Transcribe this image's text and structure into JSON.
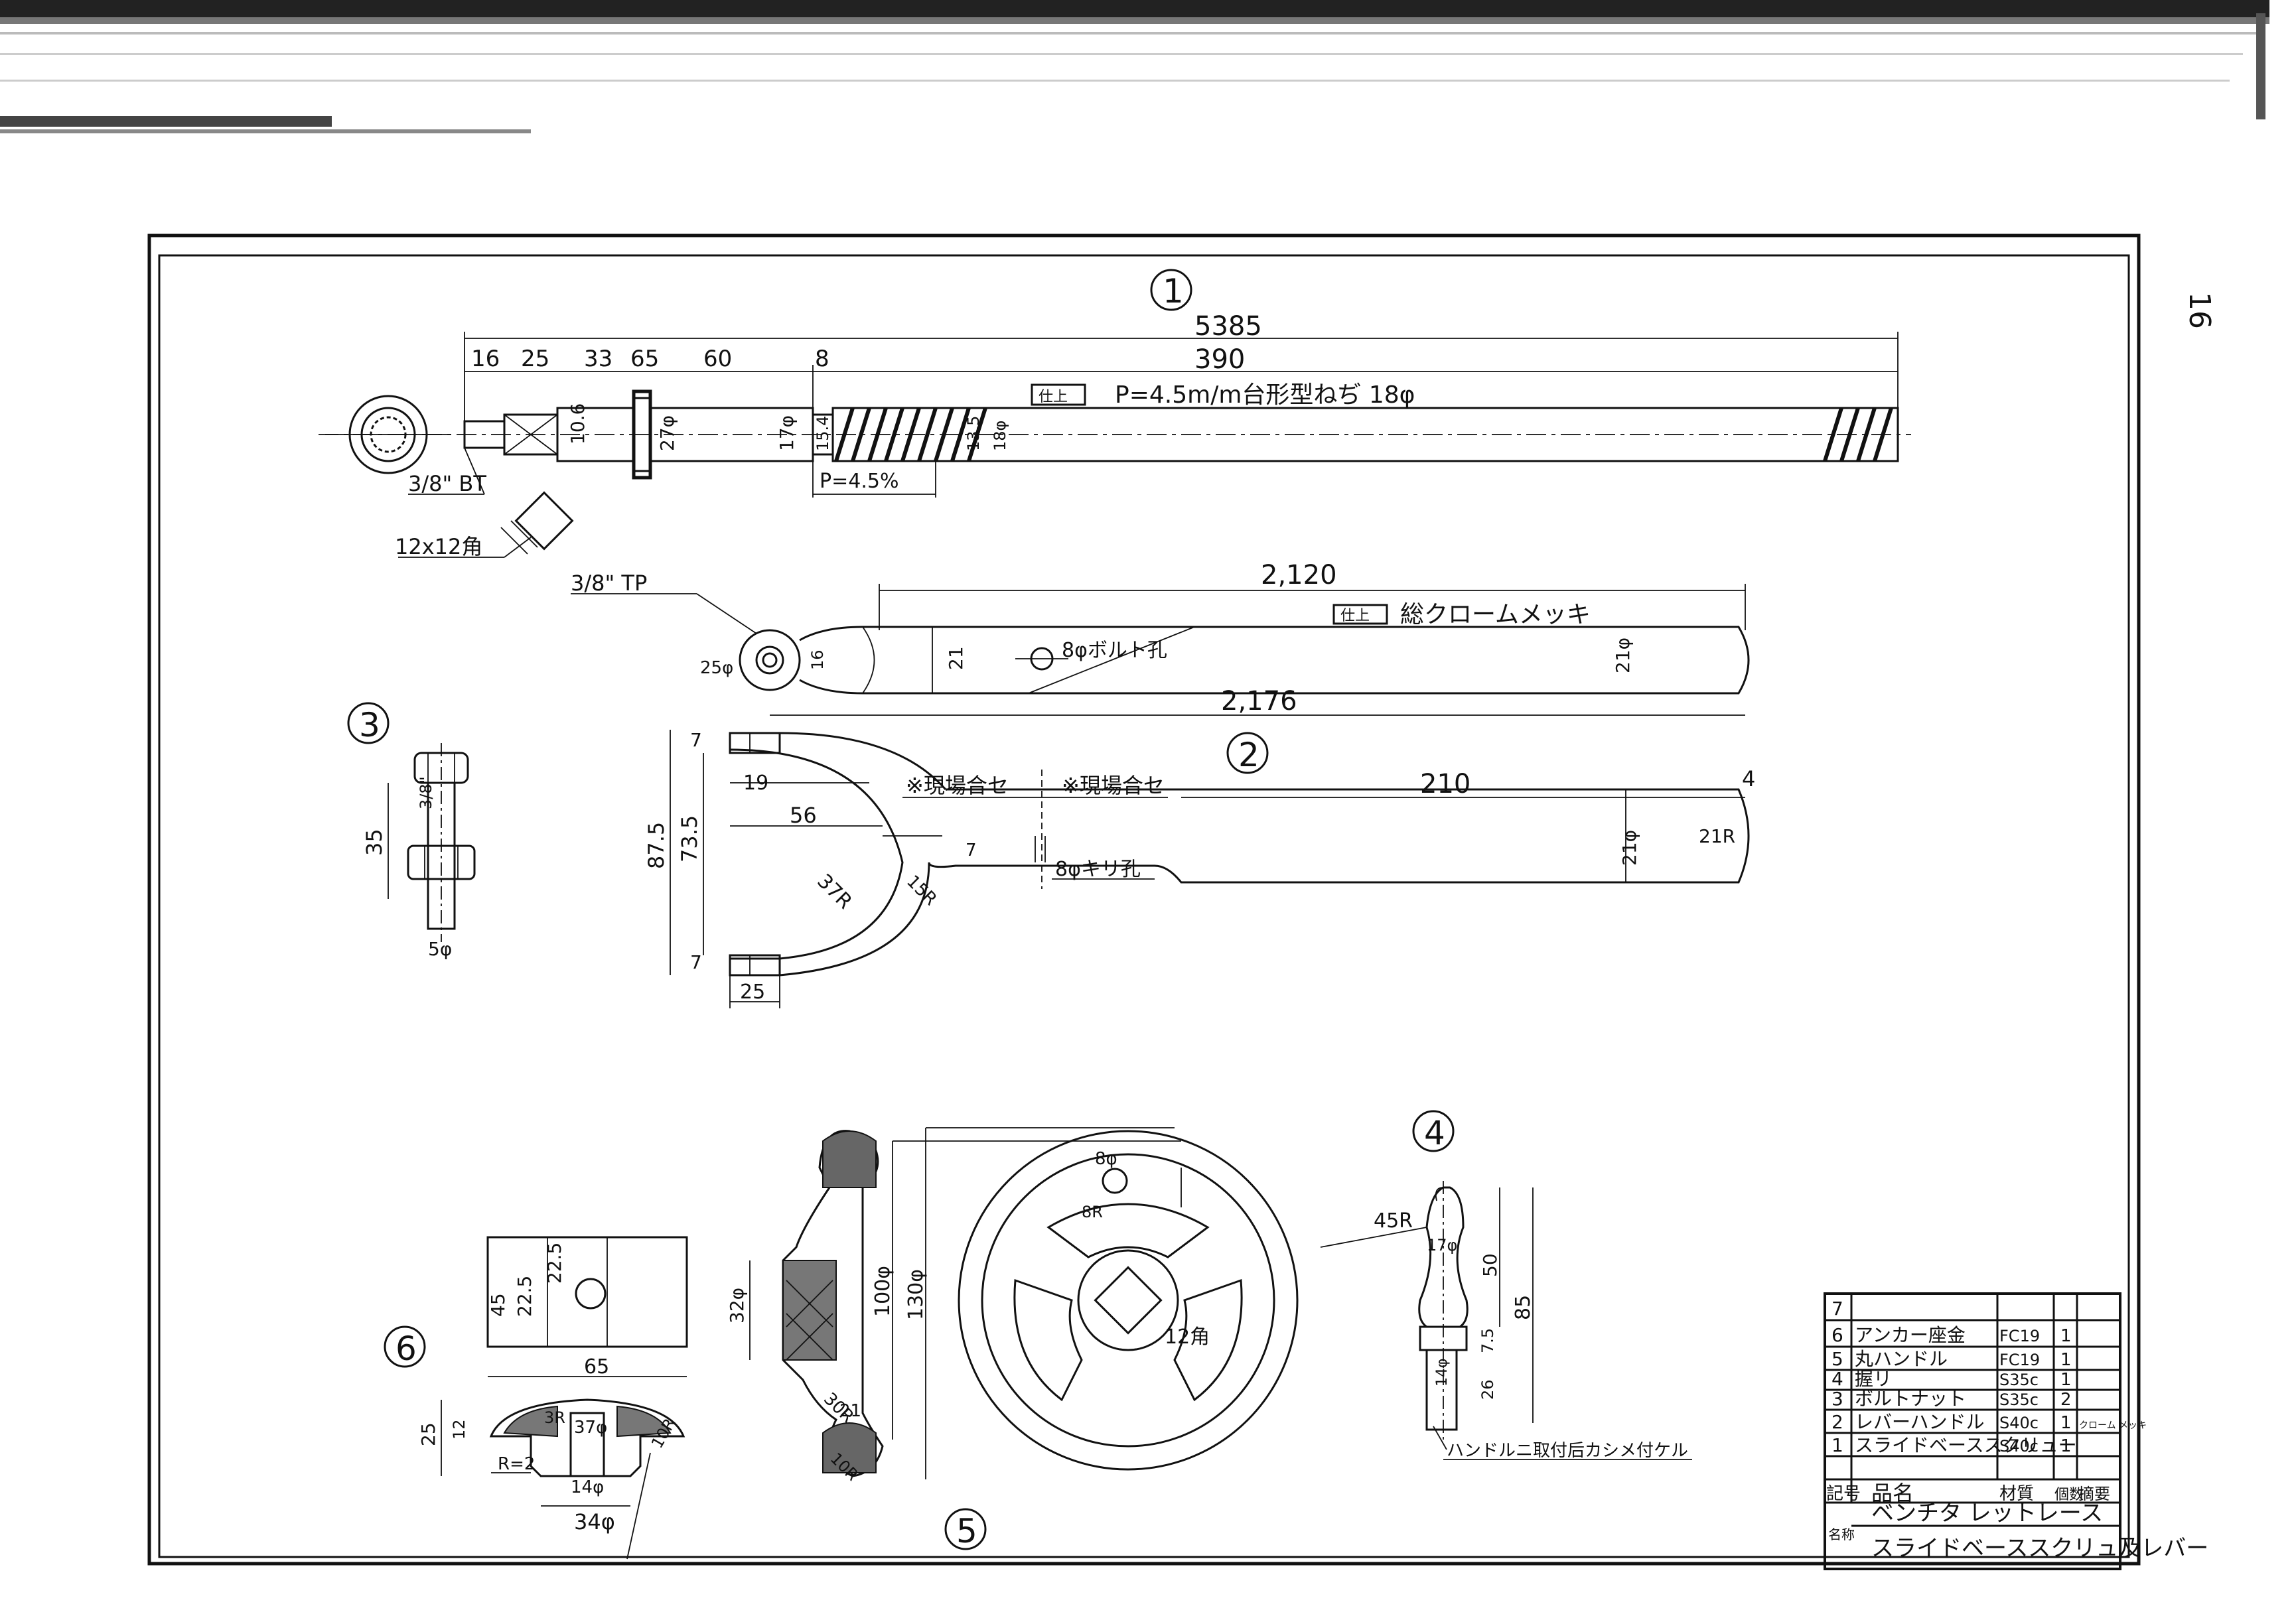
{
  "page_number": "16",
  "parts": {
    "p1": {
      "label": "1",
      "dim_overall": "5385",
      "dim_thread": "390",
      "seg": [
        "16",
        "25",
        "33",
        "65",
        "60",
        "8"
      ],
      "finish_box": "仕上",
      "spec": "P=4.5m/m台形型ねぢ 18φ",
      "dia_106": "10.6",
      "dia_27": "27φ",
      "dia_17": "17φ",
      "dia_154": "15.4",
      "dia_135": "13.5",
      "dia_18": "18φ",
      "pitch": "P=4.5%",
      "thread_bt": "3/8\" BT",
      "square": "12x12角"
    },
    "p2": {
      "label": "2",
      "tp": "3/8\" TP",
      "dim_2120": "2,120",
      "finish_box": "仕上",
      "plating": "総クロームメッキ",
      "bolt_hole": "8φボルト孔",
      "dim_21": "21",
      "dim_25": "25φ",
      "dim_16": "16",
      "dim_21phi": "21φ",
      "dim_2176": "2,176",
      "dim_7a": "7",
      "dim_19": "19",
      "field_fit_1": "※現場合セ",
      "field_fit_2": "※現場合セ",
      "dim_210": "210",
      "dim_4": "4",
      "dim_56": "56",
      "dim_875": "87.5",
      "dim_735": "73.5",
      "dim_37r": "37R",
      "dim_15r": "15R",
      "dim_7b": "7",
      "drill": "8φキリ孔",
      "dim_21phi_b": "21φ",
      "dim_21r": "21R",
      "dim_7c": "7",
      "dim_25b": "25"
    },
    "p3": {
      "label": "3",
      "dim_35": "35",
      "dim_3": "3/8\"",
      "dim_5": "5φ"
    },
    "p4": {
      "label": "4",
      "dim_45r": "45R",
      "dim_17": "17φ",
      "dim_50": "50",
      "dim_85": "85",
      "dim_75": "7.5",
      "dim_26": "26",
      "dim_14": "14φ",
      "note": "ハンドルニ取付后カシメ付ケル"
    },
    "p5": {
      "label": "5",
      "dim_100": "100φ",
      "dim_130": "130φ",
      "dim_32": "32φ",
      "dim_8": "8φ",
      "dim_8r": "8R",
      "dim_12": "12角",
      "dim_30r": "30R",
      "dim_10r": "10R",
      "dim_21": "21"
    },
    "p6": {
      "label": "6",
      "dim_45": "45",
      "dim_225a": "22.5",
      "dim_225b": "22.5",
      "dim_65": "65",
      "dim_25": "25",
      "dim_12": "12",
      "dim_3r": "3R",
      "dim_37": "37φ",
      "dim_r2": "R=2",
      "dim_14": "14φ",
      "dim_34": "34φ",
      "dim_10r": "10R"
    }
  },
  "title_block": {
    "rows": [
      {
        "no": "7",
        "name": "",
        "material": "",
        "qty": "",
        "note": ""
      },
      {
        "no": "6",
        "name": "アンカー座金",
        "material": "FC19",
        "qty": "1",
        "note": ""
      },
      {
        "no": "5",
        "name": "丸ハンドル",
        "material": "FC19",
        "qty": "1",
        "note": ""
      },
      {
        "no": "4",
        "name": "握リ",
        "material": "S35c",
        "qty": "1",
        "note": ""
      },
      {
        "no": "3",
        "name": "ボルトナット",
        "material": "S35c",
        "qty": "2",
        "note": ""
      },
      {
        "no": "2",
        "name": "レバーハンドル",
        "material": "S40c",
        "qty": "1",
        "note": "クローム メッキ"
      },
      {
        "no": "1",
        "name": "スライドベーススクリュー",
        "material": "S40c",
        "qty": "1",
        "note": ""
      }
    ],
    "header": {
      "no": "記号",
      "name": "品名",
      "material": "材質",
      "qty": "個数",
      "note": "摘要"
    },
    "name_label": "名称",
    "name_line1": "ベンチタ レットレース",
    "name_line2": "スライドベーススクリュ及レバー"
  }
}
